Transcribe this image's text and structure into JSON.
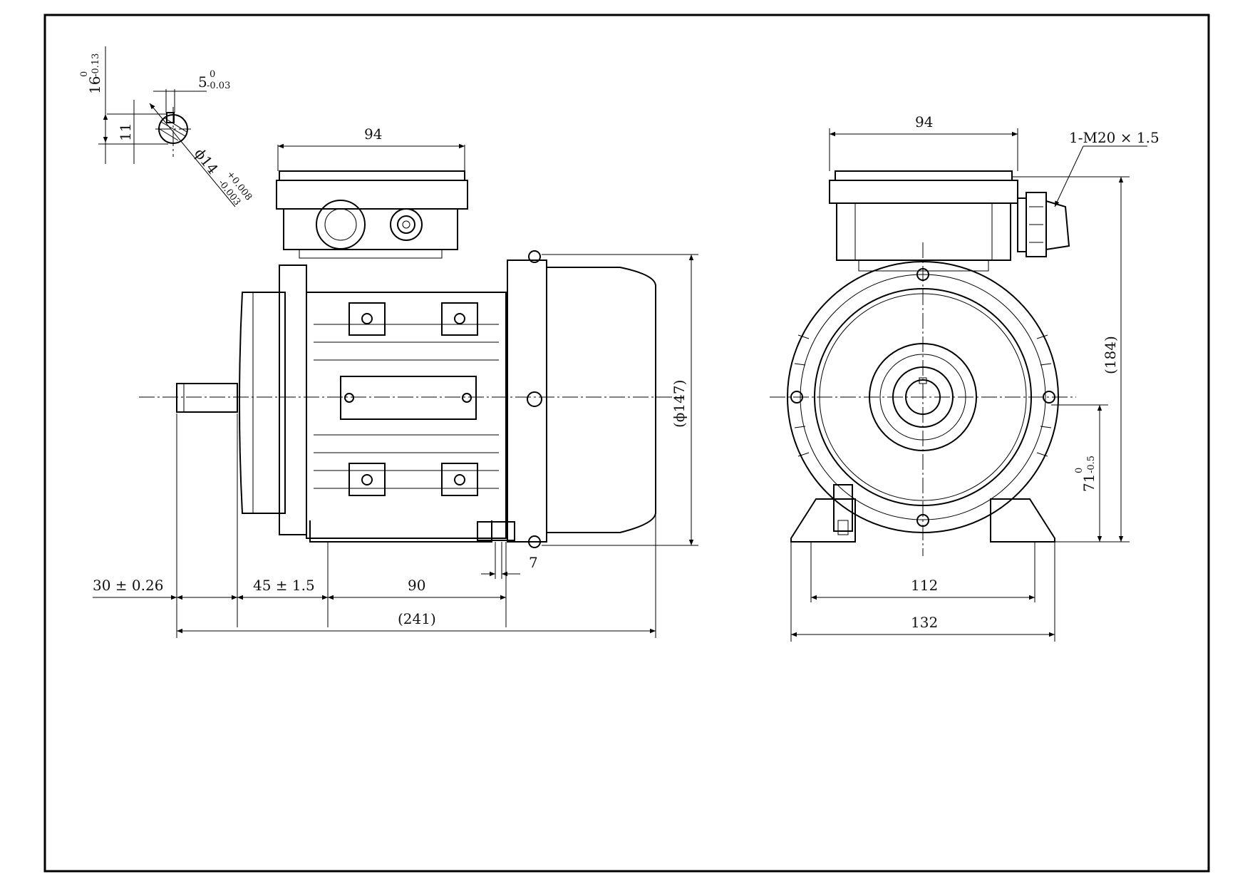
{
  "side_view": {
    "terminal_box_width": "94",
    "shaft_length": "30 ± 0.26",
    "flange_offset": "45 ± 1.5",
    "foot_hole_spacing": "90",
    "foot_offset": "7",
    "overall_length": "(241)",
    "housing_diameter": "(ϕ147)"
  },
  "end_view": {
    "terminal_box_width": "94",
    "cable_gland": "1-M20 × 1.5",
    "overall_height": "(184)",
    "shaft_center_height": "71",
    "shaft_center_height_tol_upper": "0",
    "shaft_center_height_tol_lower": "-0.5",
    "foot_hole_spacing": "112",
    "foot_width": "132"
  },
  "shaft_key_section": {
    "key_depth": "16",
    "key_depth_tol_upper": "0",
    "key_depth_tol_lower": "-0.13",
    "key_width": "5",
    "key_width_tol_upper": "0",
    "key_width_tol_lower": "-0.03",
    "shaft_height": "11",
    "shaft_diameter": "ϕ14",
    "shaft_diameter_tol_upper": "+0.008",
    "shaft_diameter_tol_lower": "-0.003"
  }
}
